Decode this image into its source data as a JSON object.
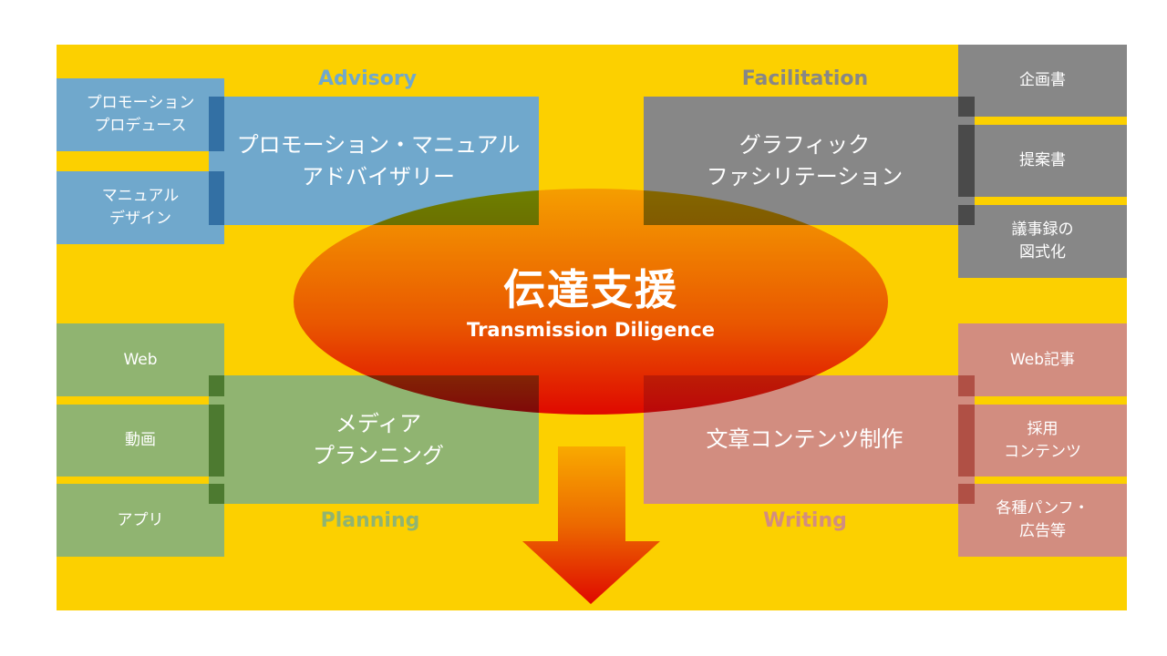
{
  "colors": {
    "background": "#fcd000",
    "advisory": "#70a8cc",
    "facilitation": "#878787",
    "planning": "#90b471",
    "writing": "#d28d80"
  },
  "center": {
    "title": "伝達支援",
    "subtitle": "Transmission Diligence"
  },
  "advisory": {
    "label": "Advisory",
    "main": "プロモーション・マニュアル\nアドバイザリー",
    "items": [
      "プロモーション\nプロデュース",
      "マニュアル\nデザイン"
    ]
  },
  "facilitation": {
    "label": "Facilitation",
    "main": "グラフィック\nファシリテーション",
    "items": [
      "企画書",
      "提案書",
      "議事録の\n図式化"
    ]
  },
  "planning": {
    "label": "Planning",
    "main": "メディア\nプランニング",
    "items": [
      "Web",
      "動画",
      "アプリ"
    ]
  },
  "writing": {
    "label": "Writing",
    "main": "文章コンテンツ制作",
    "items": [
      "Web記事",
      "採用\nコンテンツ",
      "各種パンフ・\n広告等"
    ]
  }
}
